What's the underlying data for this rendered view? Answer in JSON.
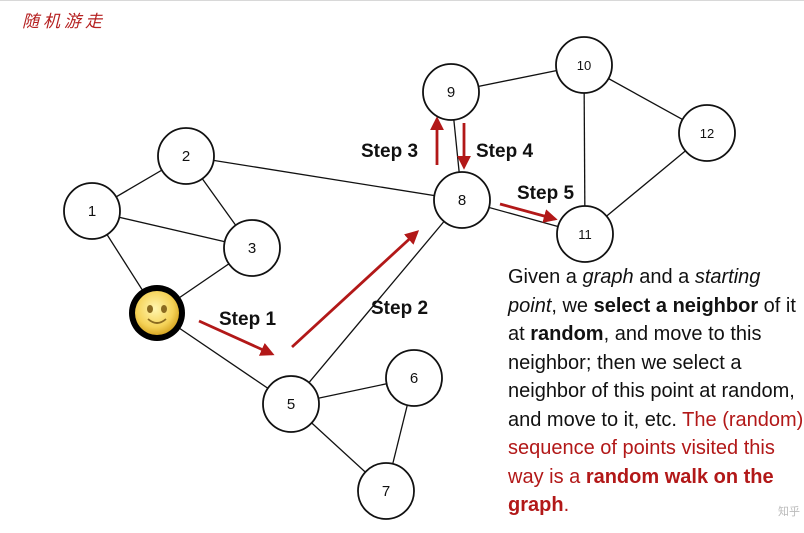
{
  "heading": "随机游走",
  "nodes": [
    {
      "id": "1",
      "label": "1"
    },
    {
      "id": "2",
      "label": "2"
    },
    {
      "id": "3",
      "label": "3"
    },
    {
      "id": "start",
      "label": "",
      "face": "smiley-start-node"
    },
    {
      "id": "5",
      "label": "5"
    },
    {
      "id": "6",
      "label": "6"
    },
    {
      "id": "7",
      "label": "7"
    },
    {
      "id": "8",
      "label": "8"
    },
    {
      "id": "9",
      "label": "9"
    },
    {
      "id": "10",
      "label": "10"
    },
    {
      "id": "11",
      "label": "11"
    },
    {
      "id": "12",
      "label": "12"
    }
  ],
  "edges": [
    [
      "1",
      "2"
    ],
    [
      "1",
      "3"
    ],
    [
      "1",
      "start"
    ],
    [
      "2",
      "3"
    ],
    [
      "3",
      "start"
    ],
    [
      "2",
      "8"
    ],
    [
      "start",
      "5"
    ],
    [
      "5",
      "6"
    ],
    [
      "5",
      "7"
    ],
    [
      "6",
      "7"
    ],
    [
      "5",
      "8"
    ],
    [
      "8",
      "9"
    ],
    [
      "8",
      "11"
    ],
    [
      "9",
      "10"
    ],
    [
      "10",
      "11"
    ],
    [
      "10",
      "12"
    ],
    [
      "12",
      "11"
    ]
  ],
  "steps": [
    {
      "id": "step-1",
      "label": "Step 1"
    },
    {
      "id": "step-2",
      "label": "Step 2"
    },
    {
      "id": "step-3",
      "label": "Step 3"
    },
    {
      "id": "step-4",
      "label": "Step 4"
    },
    {
      "id": "step-5",
      "label": "Step 5"
    }
  ],
  "arrow_color": "#b21818",
  "explanation": {
    "p1": "Given a ",
    "graph": "graph",
    "p2": " and a ",
    "starting_point": "starting point",
    "p3": ", we ",
    "select_neighbor": "select a neighbor",
    "p4": " of it at ",
    "random": "random",
    "p5": ", and move to this neighbor; then we select a neighbor of this point at random, and move to it, etc. ",
    "red_text": "The (random) sequence of points visited this way is a ",
    "red_bold": "random walk on the graph",
    "red_end": "."
  },
  "watermark": "知乎"
}
